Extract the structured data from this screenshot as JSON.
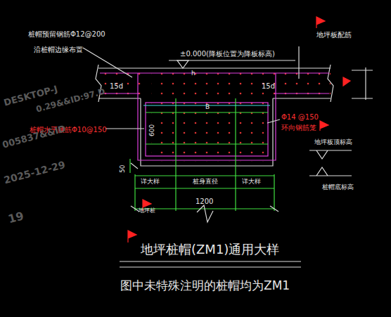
{
  "diagram": {
    "title": "地坪桩帽(ZM1)通用大样",
    "caption": "图中未特殊注明的桩帽均为ZM1",
    "labels": [
      "桩帽预留钢筋Φ12@200",
      "沿桩帽边缘布置",
      "±0.000(降板位置为降板标高)",
      "地坪板配筋",
      "15d",
      "15d",
      "h",
      "B",
      "600",
      "桩帽水平腰筋Φ10@150",
      "Φ14 @150",
      "环向钢筋笼",
      "地坪板顶标高",
      "桩帽底标高",
      "50",
      "详大样",
      "桩身直径",
      "详大样",
      "1200",
      "地坪桩",
      "DESKTOP-J",
      "0.29&&ID:97.D",
      "005837&&ID",
      "2025-12-29",
      "19"
    ]
  }
}
